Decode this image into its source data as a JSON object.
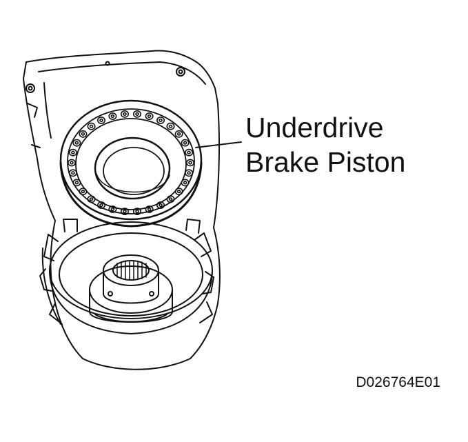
{
  "callout": {
    "line1": "Underdrive",
    "line2": "Brake Piston"
  },
  "figure_code": "D026764E01",
  "colors": {
    "ink": "#111111",
    "paper": "#ffffff"
  }
}
